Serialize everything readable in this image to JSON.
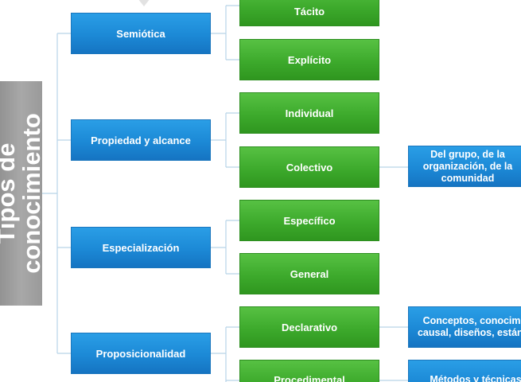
{
  "root": {
    "line1": "Tipos de",
    "line2": "conocimiento"
  },
  "categories": [
    {
      "label": "Semiótica",
      "children": [
        {
          "label": "Tácito"
        },
        {
          "label": "Explícito"
        }
      ]
    },
    {
      "label": "Propiedad y alcance",
      "children": [
        {
          "label": "Individual"
        },
        {
          "label": "Colectivo",
          "detail": [
            "Del grupo, de la",
            "organización, de la",
            "comunidad"
          ]
        }
      ]
    },
    {
      "label": "Especialización",
      "children": [
        {
          "label": "Específico"
        },
        {
          "label": "General"
        }
      ]
    },
    {
      "label": "Proposicionalidad",
      "children": [
        {
          "label": "Declarativo",
          "detail": [
            "Conceptos, conocimiento",
            "causal, diseños, estándares"
          ]
        },
        {
          "label": "Procedimental",
          "detail": [
            "Métodos y técnicas"
          ]
        }
      ]
    }
  ],
  "colors": {
    "category": "#1c89d6",
    "sub": "#3daa2c",
    "root": "#a0a0a0",
    "connector": "#b8d4e8"
  }
}
